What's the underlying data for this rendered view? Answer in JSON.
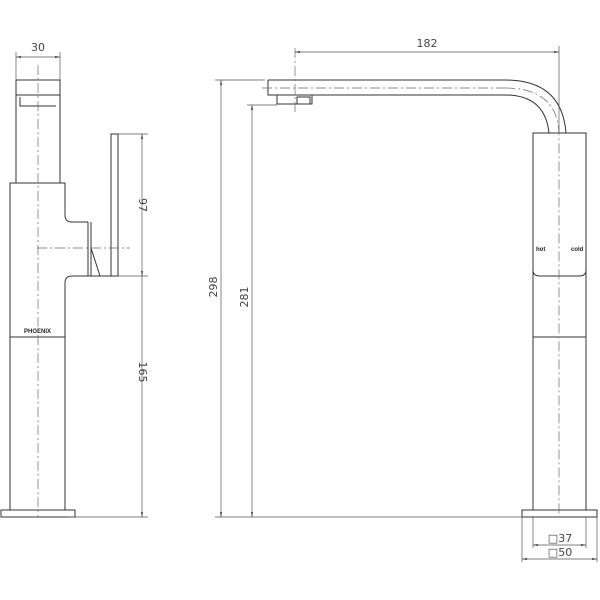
{
  "side_view": {
    "width_dim": "30",
    "handle_dim": "97",
    "body_dim": "165",
    "brand": "PHOENIX"
  },
  "front_view": {
    "reach_dim": "182",
    "total_height_dim": "298",
    "outlet_height_dim": "281",
    "hot_label": "hot",
    "cold_label": "cold",
    "body_square_dim": "□37",
    "base_square_dim": "□50"
  }
}
